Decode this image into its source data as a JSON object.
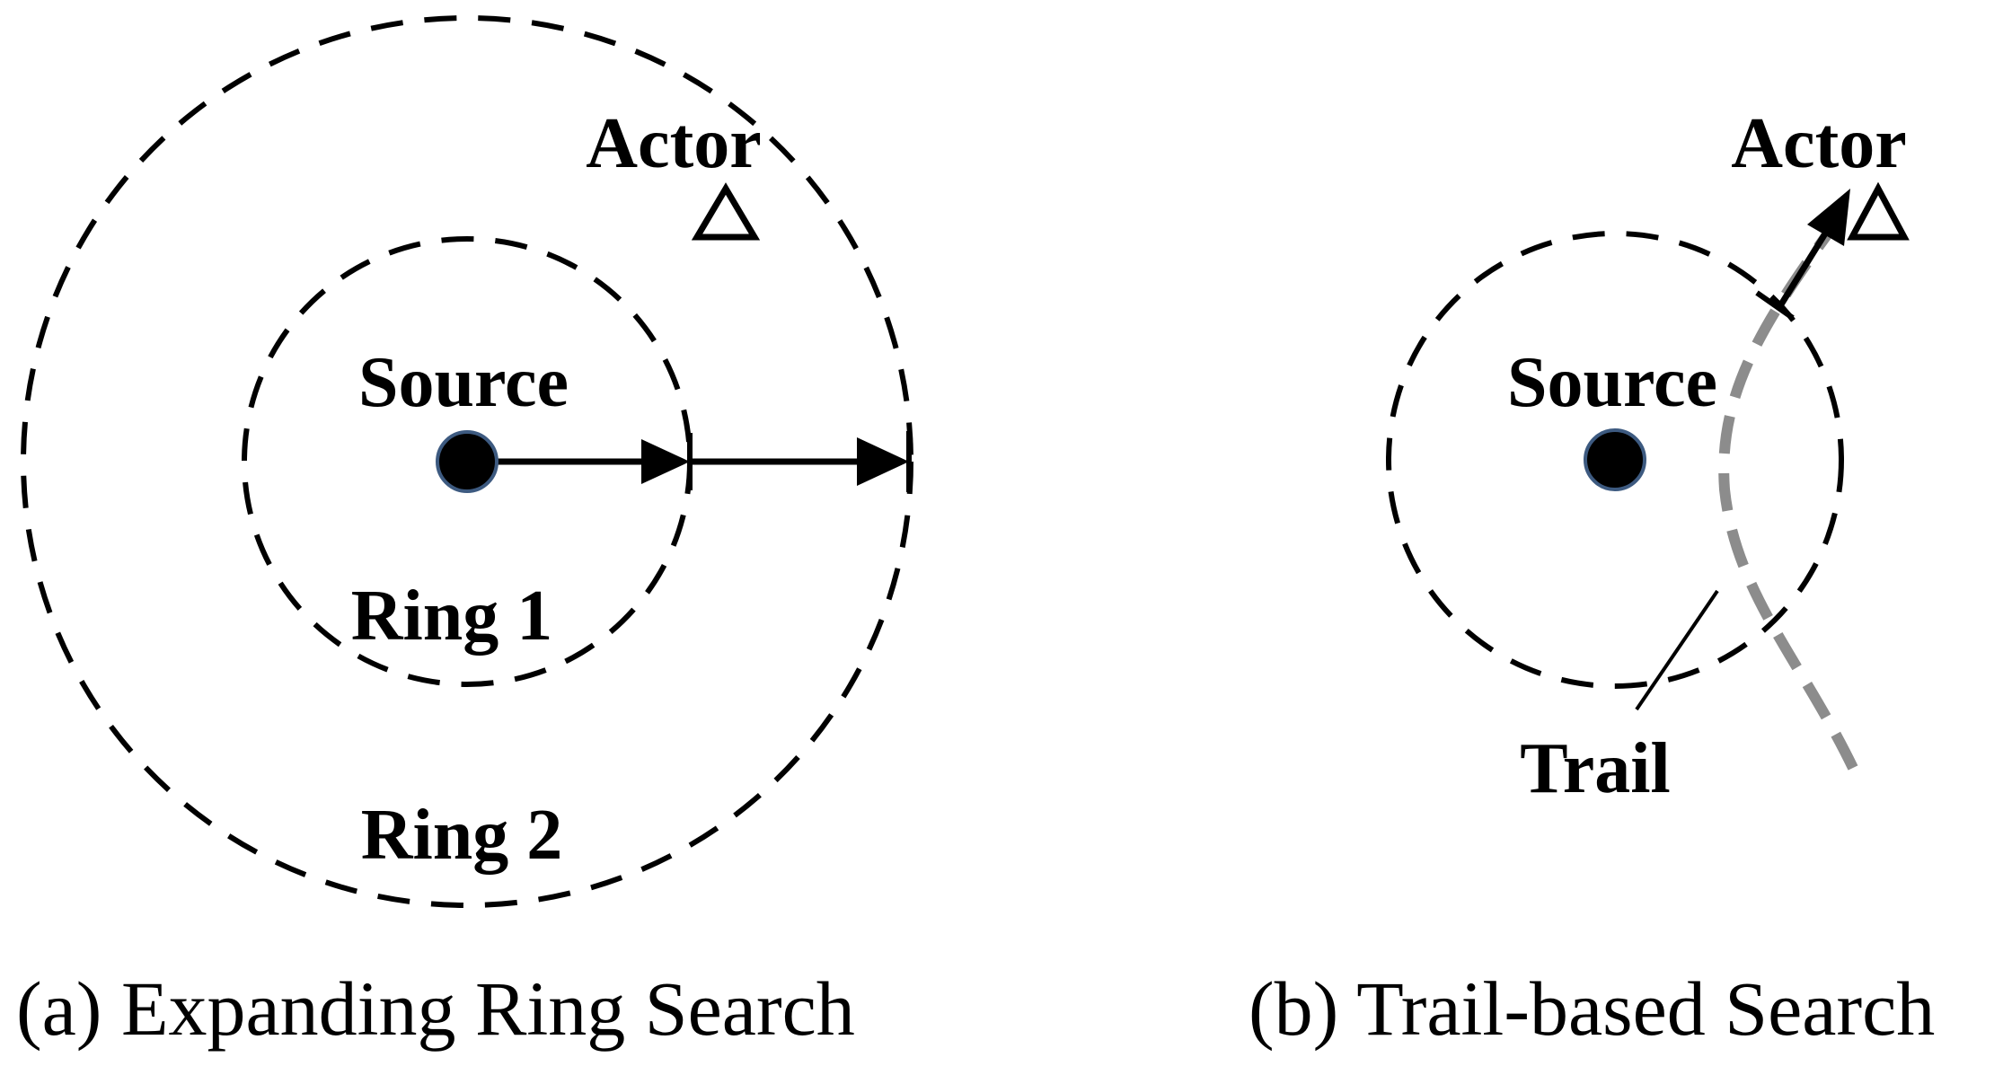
{
  "panel_a": {
    "actor_label": "Actor",
    "source_label": "Source",
    "ring1_label": "Ring 1",
    "ring2_label": "Ring 2",
    "caption": "(a) Expanding Ring Search"
  },
  "panel_b": {
    "actor_label": "Actor",
    "source_label": "Source",
    "trail_label": "Trail",
    "caption": "(b) Trail-based Search"
  },
  "colors": {
    "ink": "#000000",
    "trail": "#8c8c8c",
    "node_outline": "#3d5a80"
  }
}
